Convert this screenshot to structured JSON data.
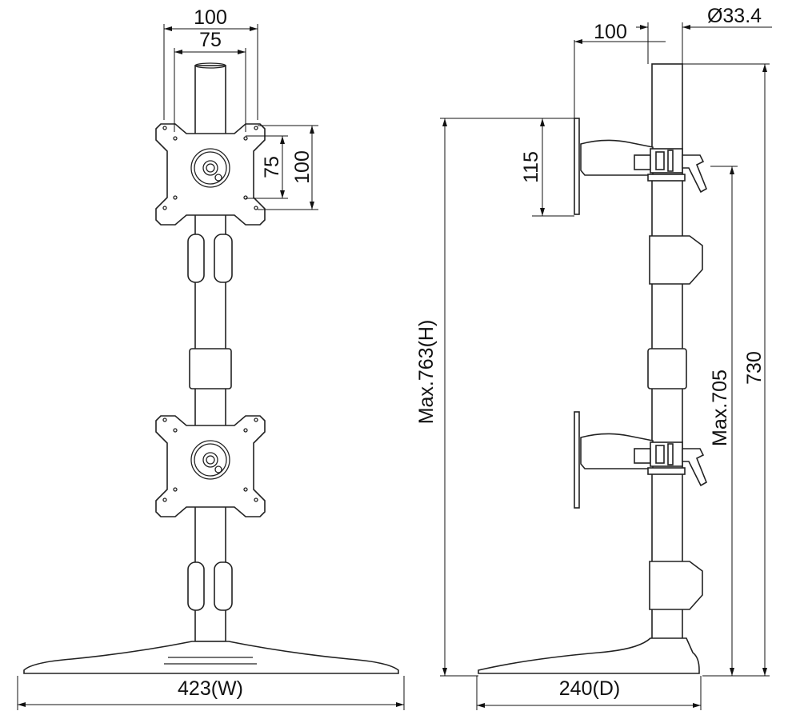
{
  "front_view": {
    "vesa_outer_width": "100",
    "vesa_inner_width": "75",
    "vesa_inner_height": "75",
    "vesa_outer_height": "100",
    "width": "423(W)"
  },
  "side_view": {
    "arm_offset": "100",
    "pole_diameter": "Ø33.4",
    "plate_height": "115",
    "max_height": "Max.763(H)",
    "max_mount_height": "Max.705",
    "pole_height": "730",
    "depth": "240(D)"
  }
}
